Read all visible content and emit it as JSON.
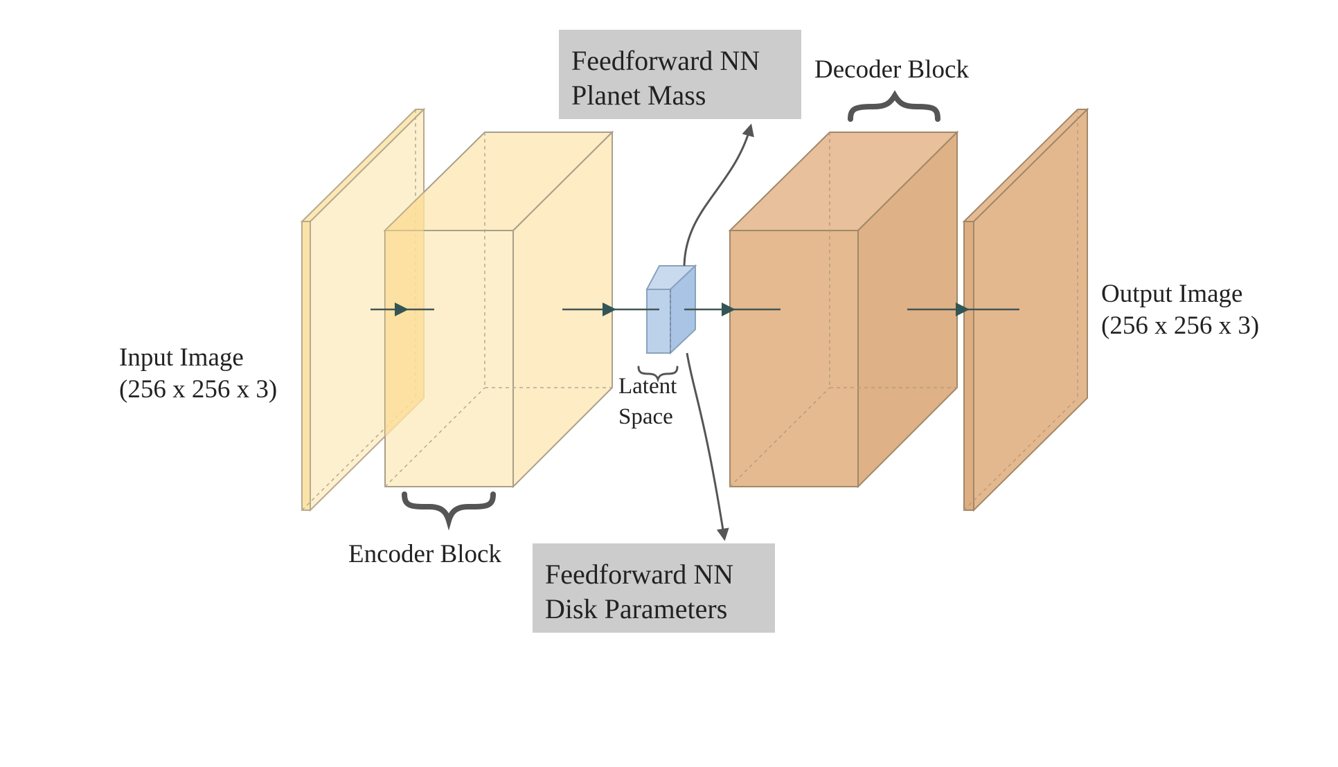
{
  "labels": {
    "input_line1": "Input Image",
    "input_line2": "(256 x 256 x 3)",
    "output_line1": "Output Image",
    "output_line2": "(256 x 256 x 3)",
    "encoder": "Encoder Block",
    "decoder": "Decoder Block",
    "latent_line1": "Latent",
    "latent_line2": "Space"
  },
  "boxes": {
    "planet_line1": "Feedforward NN",
    "planet_line2": "Planet Mass",
    "disk_line1": "Feedforward NN",
    "disk_line2": "Disk Parameters"
  },
  "colors": {
    "encoder_fill": "#fde9b8",
    "decoder_fill": "#e4b88e",
    "latent_fill": "#b8cfe8",
    "box_fill": "#cccccc",
    "edge": "#8d8577",
    "arrow": "#445555"
  }
}
